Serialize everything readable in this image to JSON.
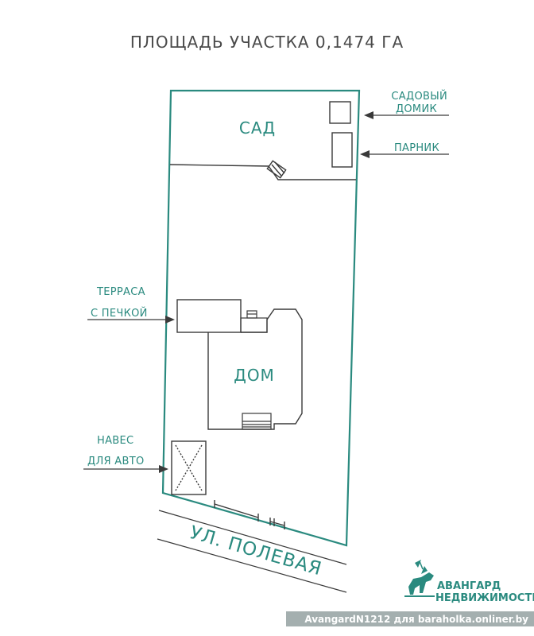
{
  "title": "ПЛОЩАДЬ УЧАСТКА 0,1474 ГА",
  "zones": {
    "garden": "САД",
    "house": "ДОМ"
  },
  "callouts": {
    "garden_house_line1": "САДОВЫЙ",
    "garden_house_line2": "ДОМИК",
    "greenhouse": "ПАРНИК",
    "terrace_line1": "ТЕРРАСА",
    "terrace_line2": "С ПЕЧКОЙ",
    "carport_line1": "НАВЕС",
    "carport_line2": "ДЛЯ АВТО"
  },
  "street": "УЛ. ПОЛЕВАЯ",
  "logo": {
    "line1": "АВАНГАРД",
    "line2": "НЕДВИЖИМОСТЬ"
  },
  "watermark": "AvangardN1212 для baraholka.onliner.by",
  "colors": {
    "plot_line": "#2a8a7f",
    "structure_line": "#3a3a3a",
    "text": "#2a8a7f",
    "title": "#4a4a4a"
  }
}
